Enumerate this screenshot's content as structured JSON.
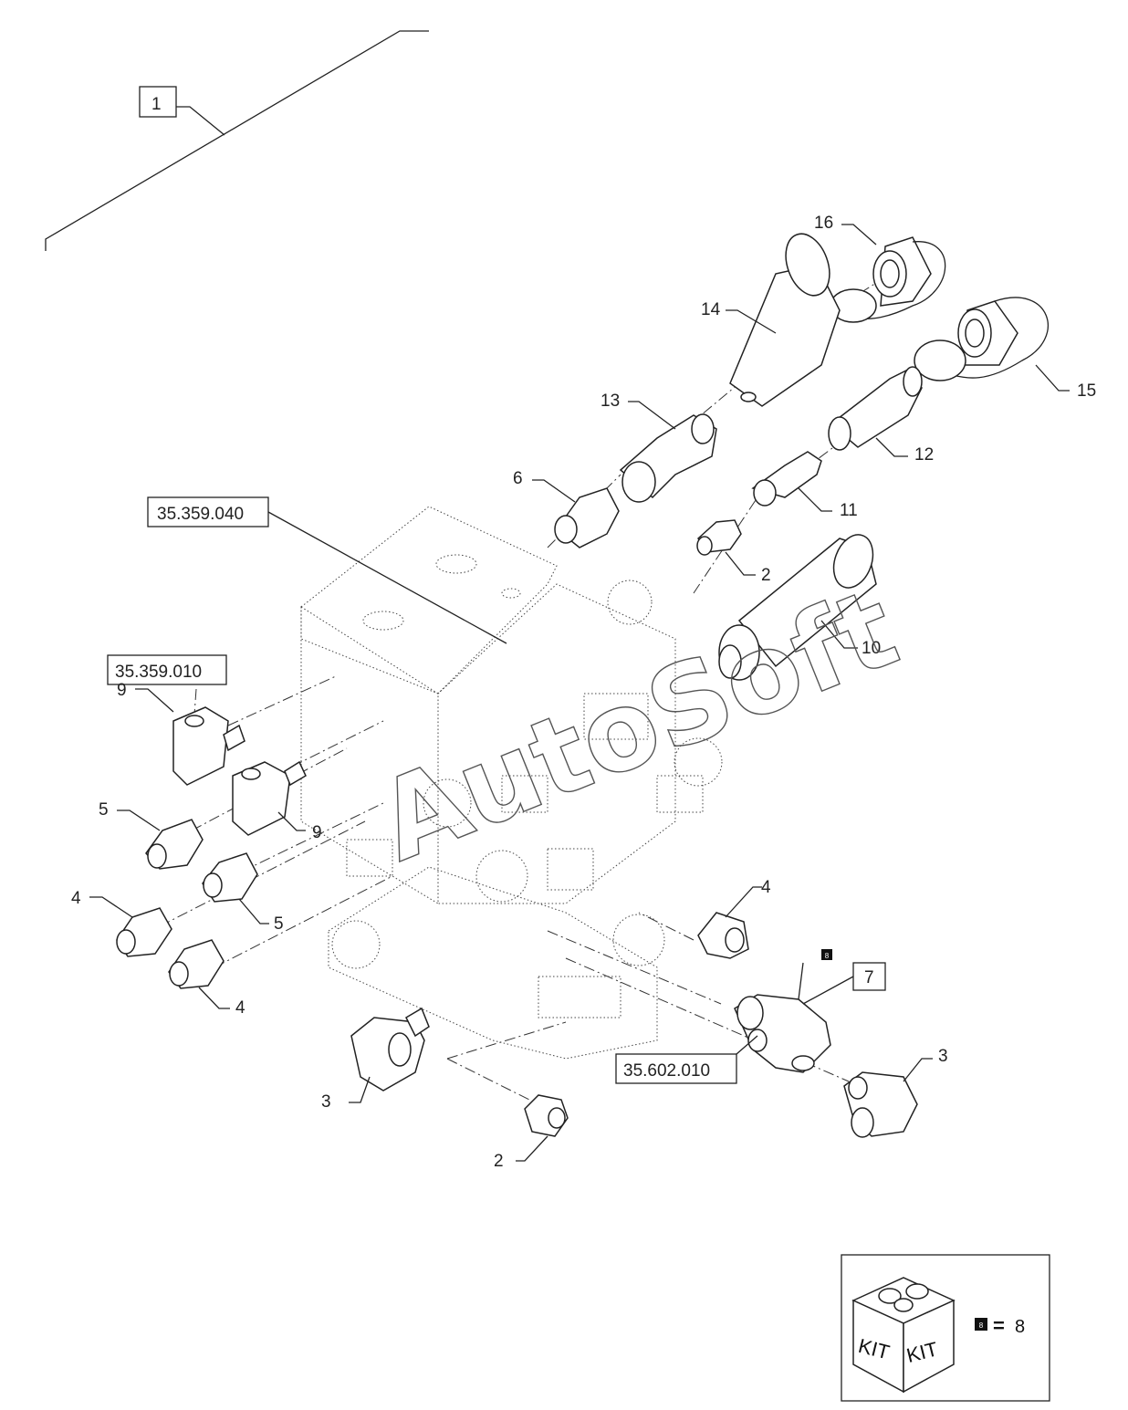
{
  "callouts": {
    "c1": "1",
    "c2a": "2",
    "c2b": "2",
    "c3a": "3",
    "c3b": "3",
    "c4a": "4",
    "c4b": "4",
    "c4c": "4",
    "c5a": "5",
    "c5b": "5",
    "c6": "6",
    "c7": "7",
    "c9a": "9",
    "c9b": "9",
    "c10": "10",
    "c11": "11",
    "c12": "12",
    "c13": "13",
    "c14": "14",
    "c15": "15",
    "c16": "16"
  },
  "references": {
    "r1": "35.359.040",
    "r2": "35.359.010",
    "r3": "35.602.010"
  },
  "kit": {
    "box_text_left": "KIT",
    "box_text_right": "KIT",
    "badge": "8",
    "equals": "=",
    "value": "8"
  },
  "marker_badge": "8",
  "watermark": "AutoSoft"
}
